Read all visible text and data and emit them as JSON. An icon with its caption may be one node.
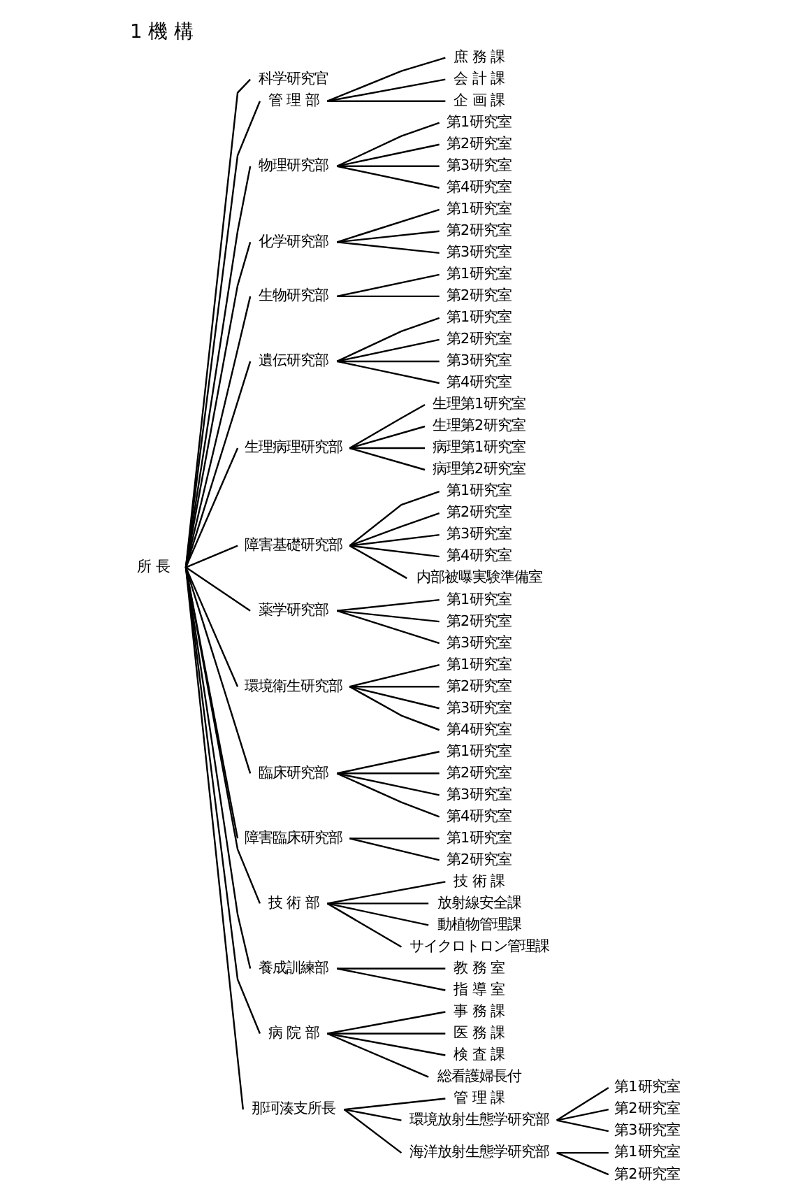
{
  "diagram": {
    "title": "1 機 構",
    "nodes": [
      {
        "text": [
          "所 長"
        ]
      },
      {
        "text": [
          "科学研究官"
        ]
      },
      {
        "text": [
          "管 理 部"
        ]
      },
      {
        "text": [
          "庶 務 課"
        ]
      },
      {
        "text": [
          "会 計 課"
        ]
      },
      {
        "text": [
          "企 画 課"
        ]
      },
      {
        "text": [
          "物理研究部"
        ]
      },
      {
        "text": [
          "第1研究室"
        ]
      },
      {
        "text": [
          "第2研究室"
        ]
      },
      {
        "text": [
          "第3研究室"
        ]
      },
      {
        "text": [
          "第4研究室"
        ]
      },
      {
        "text": [
          "化学研究部"
        ]
      },
      {
        "text": [
          "第1研究室"
        ]
      },
      {
        "text": [
          "第2研究室"
        ]
      },
      {
        "text": [
          "第3研究室"
        ]
      },
      {
        "text": [
          "生物研究部"
        ]
      },
      {
        "text": [
          "第1研究室"
        ]
      },
      {
        "text": [
          "第2研究室"
        ]
      },
      {
        "text": [
          "遺伝研究部"
        ]
      },
      {
        "text": [
          "第1研究室"
        ]
      },
      {
        "text": [
          "第2研究室"
        ]
      },
      {
        "text": [
          "第3研究室"
        ]
      },
      {
        "text": [
          "第4研究室"
        ]
      },
      {
        "text": [
          "生理病理研究部"
        ]
      },
      {
        "text": [
          "生理第1研究室"
        ]
      },
      {
        "text": [
          "生理第2研究室"
        ]
      },
      {
        "text": [
          "病理第1研究室"
        ]
      },
      {
        "text": [
          "病理第2研究室"
        ]
      },
      {
        "text": [
          "障害基礎研究部"
        ]
      },
      {
        "text": [
          "第1研究室"
        ]
      },
      {
        "text": [
          "第2研究室"
        ]
      },
      {
        "text": [
          "第3研究室"
        ]
      },
      {
        "text": [
          "第4研究室"
        ]
      },
      {
        "text": [
          "内部被曝実験準備室"
        ]
      },
      {
        "text": [
          "薬学研究部"
        ]
      },
      {
        "text": [
          "第1研究室"
        ]
      },
      {
        "text": [
          "第2研究室"
        ]
      },
      {
        "text": [
          "第3研究室"
        ]
      },
      {
        "text": [
          "環境衛生研究部"
        ]
      },
      {
        "text": [
          "第1研究室"
        ]
      },
      {
        "text": [
          "第2研究室"
        ]
      },
      {
        "text": [
          "第3研究室"
        ]
      },
      {
        "text": [
          "第4研究室"
        ]
      },
      {
        "text": [
          "臨床研究部"
        ]
      },
      {
        "text": [
          "第1研究室"
        ]
      },
      {
        "text": [
          "第2研究室"
        ]
      },
      {
        "text": [
          "第3研究室"
        ]
      },
      {
        "text": [
          "第4研究室"
        ]
      },
      {
        "text": [
          "障害臨床研究部"
        ]
      },
      {
        "text": [
          "第1研究室"
        ]
      },
      {
        "text": [
          "第2研究室"
        ]
      },
      {
        "text": [
          "技 術 部"
        ]
      },
      {
        "text": [
          "技 術 課"
        ]
      },
      {
        "text": [
          "放射線安全課"
        ]
      },
      {
        "text": [
          "動植物管理課"
        ]
      },
      {
        "text": [
          "サイクロトロン管理課"
        ]
      },
      {
        "text": [
          "養成訓練部"
        ]
      },
      {
        "text": [
          "教 務 室"
        ]
      },
      {
        "text": [
          "指 導 室"
        ]
      },
      {
        "text": [
          "病 院 部"
        ]
      },
      {
        "text": [
          "事 務 課"
        ]
      },
      {
        "text": [
          "医 務 課"
        ]
      },
      {
        "text": [
          "検 査 課"
        ]
      },
      {
        "text": [
          "総看護婦長付"
        ]
      },
      {
        "text": [
          "那珂湊支所長"
        ]
      },
      {
        "text": [
          "管 理 課"
        ]
      },
      {
        "text": [
          "環境放射生態学研究部"
        ]
      },
      {
        "text": [
          "第1研究室"
        ]
      },
      {
        "text": [
          "第2研究室"
        ]
      },
      {
        "text": [
          "第3研究室"
        ]
      },
      {
        "text": [
          "海洋放射生態学研究部"
        ]
      },
      {
        "text": [
          "第1研究室"
        ]
      },
      {
        "text": [
          "第2研究室"
        ]
      }
    ],
    "edges": [
      {
        "from": 0,
        "to": 1,
        "arrow": "none"
      },
      {
        "from": 0,
        "to": 2,
        "arrow": "none"
      },
      {
        "from": 0,
        "to": 6,
        "arrow": "none"
      },
      {
        "from": 0,
        "to": 11,
        "arrow": "none"
      },
      {
        "from": 0,
        "to": 15,
        "arrow": "none"
      },
      {
        "from": 0,
        "to": 18,
        "arrow": "none"
      },
      {
        "from": 0,
        "to": 23,
        "arrow": "none"
      },
      {
        "from": 0,
        "to": 28,
        "arrow": "none"
      },
      {
        "from": 0,
        "to": 34,
        "arrow": "none"
      },
      {
        "from": 0,
        "to": 38,
        "arrow": "none"
      },
      {
        "from": 0,
        "to": 43,
        "arrow": "none"
      },
      {
        "from": 0,
        "to": 48,
        "arrow": "none"
      },
      {
        "from": 0,
        "to": 51,
        "arrow": "none"
      },
      {
        "from": 0,
        "to": 56,
        "arrow": "none"
      },
      {
        "from": 0,
        "to": 59,
        "arrow": "none"
      },
      {
        "from": 0,
        "to": 64,
        "arrow": "none"
      },
      {
        "from": 2,
        "to": 3,
        "arrow": "none"
      },
      {
        "from": 2,
        "to": 4,
        "arrow": "none"
      },
      {
        "from": 2,
        "to": 5,
        "arrow": "none"
      },
      {
        "from": 6,
        "to": 7,
        "arrow": "none"
      },
      {
        "from": 6,
        "to": 8,
        "arrow": "none"
      },
      {
        "from": 6,
        "to": 9,
        "arrow": "none"
      },
      {
        "from": 6,
        "to": 10,
        "arrow": "none"
      },
      {
        "from": 11,
        "to": 12,
        "arrow": "none"
      },
      {
        "from": 11,
        "to": 13,
        "arrow": "none"
      },
      {
        "from": 11,
        "to": 14,
        "arrow": "none"
      },
      {
        "from": 15,
        "to": 16,
        "arrow": "none"
      },
      {
        "from": 15,
        "to": 17,
        "arrow": "none"
      },
      {
        "from": 18,
        "to": 19,
        "arrow": "none"
      },
      {
        "from": 18,
        "to": 20,
        "arrow": "none"
      },
      {
        "from": 18,
        "to": 21,
        "arrow": "none"
      },
      {
        "from": 18,
        "to": 22,
        "arrow": "none"
      },
      {
        "from": 23,
        "to": 24,
        "arrow": "none"
      },
      {
        "from": 23,
        "to": 25,
        "arrow": "none"
      },
      {
        "from": 23,
        "to": 26,
        "arrow": "none"
      },
      {
        "from": 23,
        "to": 27,
        "arrow": "none"
      },
      {
        "from": 28,
        "to": 29,
        "arrow": "none"
      },
      {
        "from": 28,
        "to": 30,
        "arrow": "none"
      },
      {
        "from": 28,
        "to": 31,
        "arrow": "none"
      },
      {
        "from": 28,
        "to": 32,
        "arrow": "none"
      },
      {
        "from": 28,
        "to": 33,
        "arrow": "none"
      },
      {
        "from": 34,
        "to": 35,
        "arrow": "none"
      },
      {
        "from": 34,
        "to": 36,
        "arrow": "none"
      },
      {
        "from": 34,
        "to": 37,
        "arrow": "none"
      },
      {
        "from": 38,
        "to": 39,
        "arrow": "none"
      },
      {
        "from": 38,
        "to": 40,
        "arrow": "none"
      },
      {
        "from": 38,
        "to": 41,
        "arrow": "none"
      },
      {
        "from": 38,
        "to": 42,
        "arrow": "none"
      },
      {
        "from": 43,
        "to": 44,
        "arrow": "none"
      },
      {
        "from": 43,
        "to": 45,
        "arrow": "none"
      },
      {
        "from": 43,
        "to": 46,
        "arrow": "none"
      },
      {
        "from": 43,
        "to": 47,
        "arrow": "none"
      },
      {
        "from": 48,
        "to": 49,
        "arrow": "none"
      },
      {
        "from": 48,
        "to": 50,
        "arrow": "none"
      },
      {
        "from": 51,
        "to": 52,
        "arrow": "none"
      },
      {
        "from": 51,
        "to": 53,
        "arrow": "none"
      },
      {
        "from": 51,
        "to": 54,
        "arrow": "none"
      },
      {
        "from": 51,
        "to": 55,
        "arrow": "none"
      },
      {
        "from": 56,
        "to": 57,
        "arrow": "none"
      },
      {
        "from": 56,
        "to": 58,
        "arrow": "none"
      },
      {
        "from": 59,
        "to": 60,
        "arrow": "none"
      },
      {
        "from": 59,
        "to": 61,
        "arrow": "none"
      },
      {
        "from": 59,
        "to": 62,
        "arrow": "none"
      },
      {
        "from": 59,
        "to": 63,
        "arrow": "none"
      },
      {
        "from": 64,
        "to": 65,
        "arrow": "none"
      },
      {
        "from": 64,
        "to": 66,
        "arrow": "none"
      },
      {
        "from": 64,
        "to": 70,
        "arrow": "none"
      },
      {
        "from": 66,
        "to": 67,
        "arrow": "none"
      },
      {
        "from": 66,
        "to": 68,
        "arrow": "none"
      },
      {
        "from": 66,
        "to": 69,
        "arrow": "none"
      },
      {
        "from": 70,
        "to": 71,
        "arrow": "none"
      },
      {
        "from": 70,
        "to": 72,
        "arrow": "none"
      }
    ]
  }
}
